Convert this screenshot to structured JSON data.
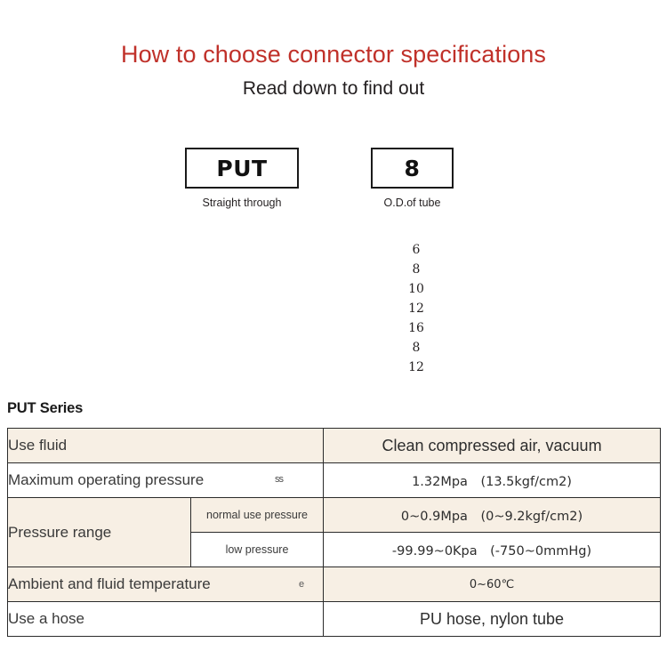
{
  "header": {
    "title": "How to choose connector specifications",
    "subtitle": "Read down to find out",
    "title_color": "#c0312a",
    "subtitle_color": "#231f20"
  },
  "selector": {
    "boxes": [
      {
        "code": "PUT",
        "caption": "Straight through"
      },
      {
        "code": "8",
        "caption": "O.D.of tube"
      }
    ],
    "size_options": [
      "6",
      "8",
      "10",
      "12",
      "16",
      "8",
      "12"
    ]
  },
  "spec": {
    "series_heading": "PUT Series",
    "shade_color": "#f7efe4",
    "rows": [
      {
        "label": "Use fluid",
        "sublabel": "",
        "value": "Clean compressed air, vacuum",
        "shaded": true
      },
      {
        "label": "Maximum operating pressure",
        "artifact": "ss",
        "sublabel": "",
        "value": "1.32Mpa　(13.5kgf/cm2)",
        "shaded": false
      },
      {
        "label": "Pressure range",
        "sublabel": "normal use pressure",
        "value": "0~0.9Mpa　(0~9.2kgf/cm2)",
        "shaded": true
      },
      {
        "label": "",
        "sublabel": "low pressure",
        "value": "-99.99~0Kpa　(-750~0mmHg)",
        "shaded": false
      },
      {
        "label": "Ambient and fluid temperature",
        "artifact": "e",
        "sublabel": "",
        "value": "0~60℃",
        "shaded": true
      },
      {
        "label": "Use a hose",
        "sublabel": "",
        "value": "PU hose, nylon tube",
        "shaded": false
      }
    ]
  }
}
